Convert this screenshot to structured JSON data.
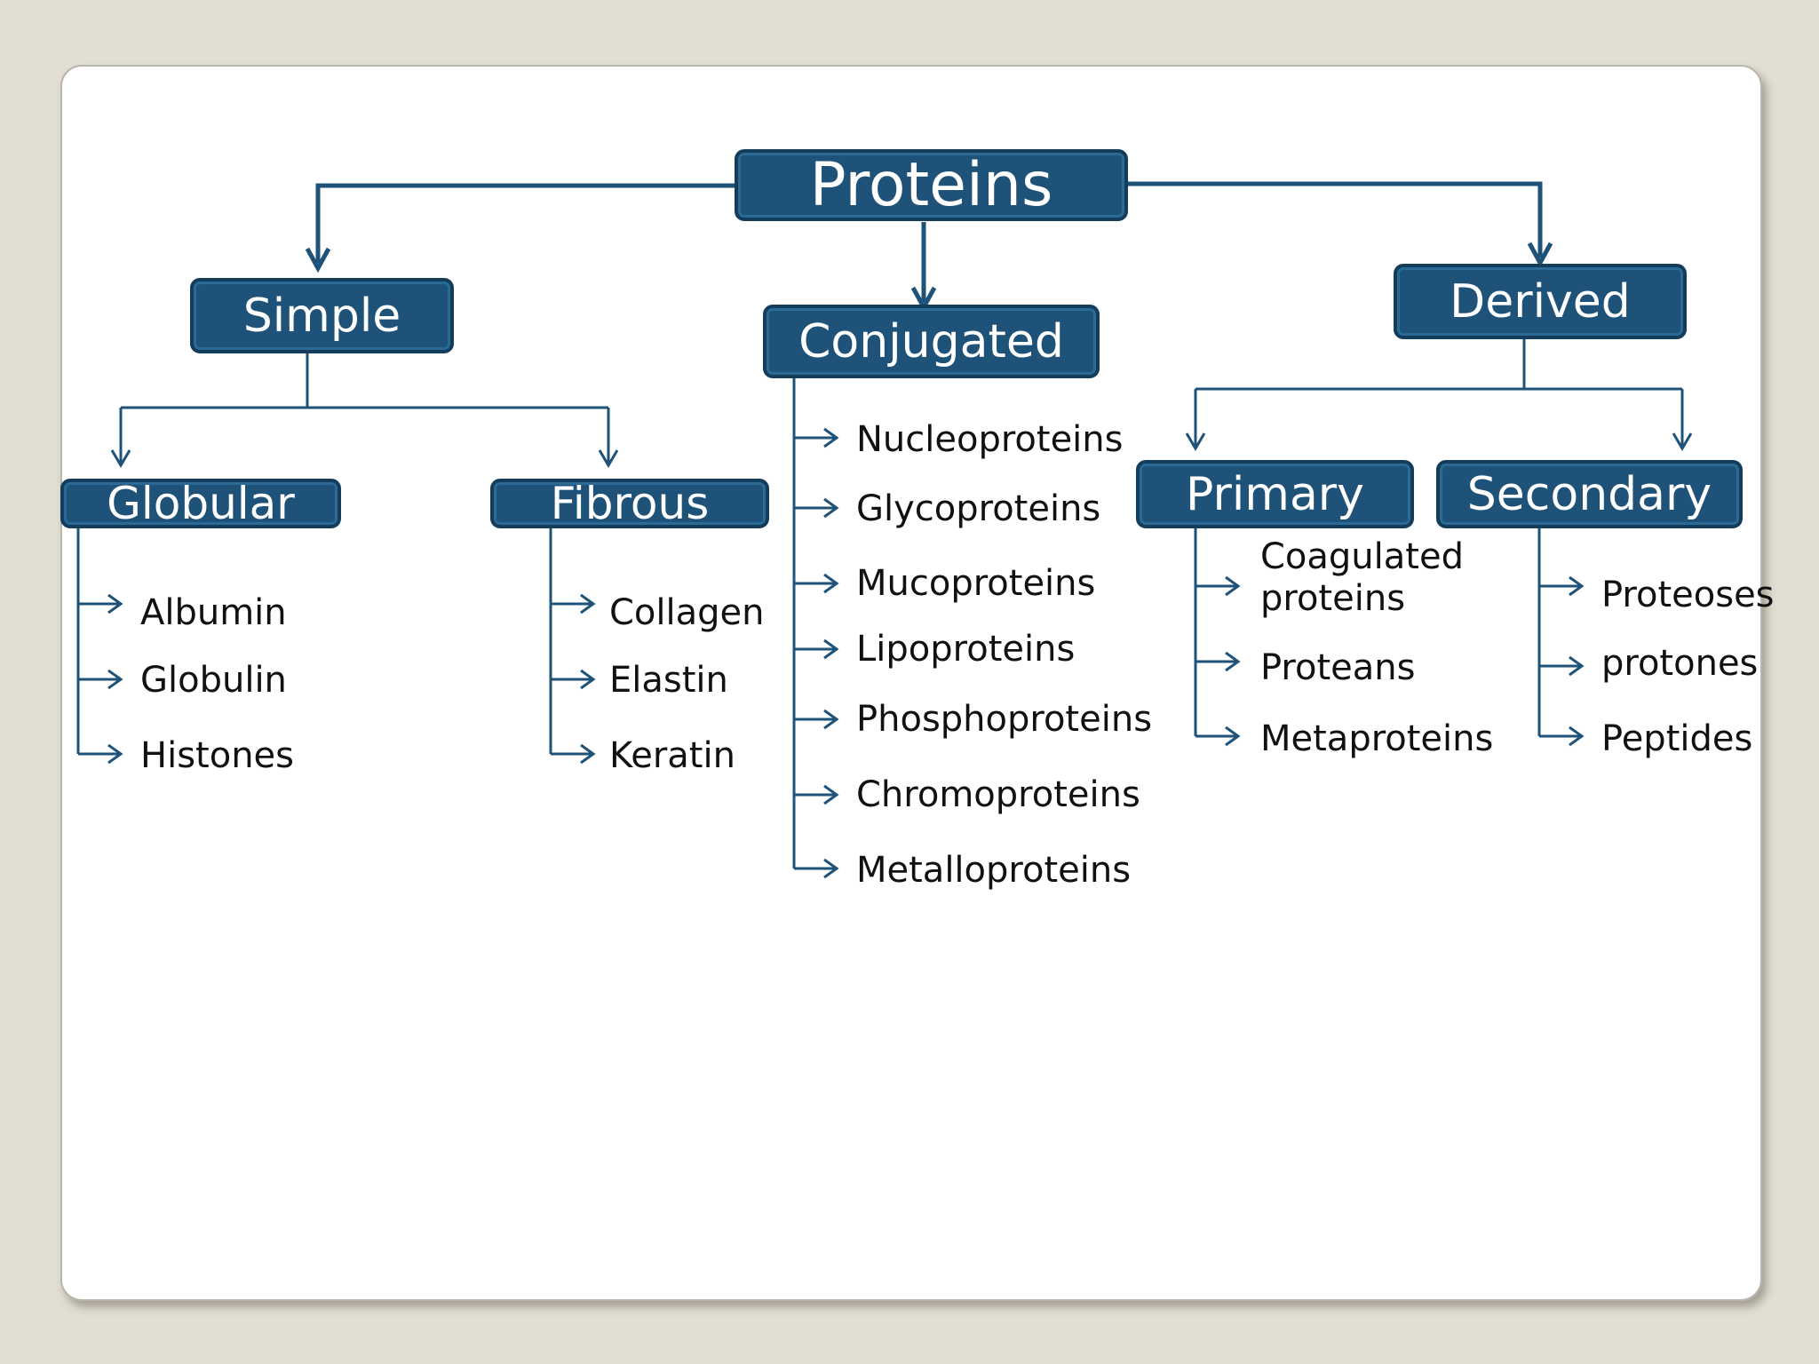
{
  "colors": {
    "background": "#e2ded2",
    "slide": "#ffffff",
    "node_fill": "#1e5278",
    "node_border": "#143d5c",
    "connector": "#1e5278",
    "leaf_text": "#111111"
  },
  "diagram": {
    "root": "Proteins",
    "categories": {
      "simple": "Simple",
      "conjugated": "Conjugated",
      "derived": "Derived"
    },
    "subcategories": {
      "globular": "Globular",
      "fibrous": "Fibrous",
      "primary": "Primary",
      "secondary": "Secondary"
    },
    "globular_items": [
      "Albumin",
      "Globulin",
      "Histones"
    ],
    "fibrous_items": [
      "Collagen",
      "Elastin",
      "Keratin"
    ],
    "conjugated_items": [
      "Nucleoproteins",
      "Glycoproteins",
      "Mucoproteins",
      "Lipoproteins",
      "Phosphoproteins",
      "Chromoproteins",
      "Metalloproteins"
    ],
    "primary_items": [
      "Coagulated proteins",
      "Proteans",
      "Metaproteins"
    ],
    "secondary_items": [
      "Proteoses",
      "protones",
      "Peptides"
    ]
  }
}
